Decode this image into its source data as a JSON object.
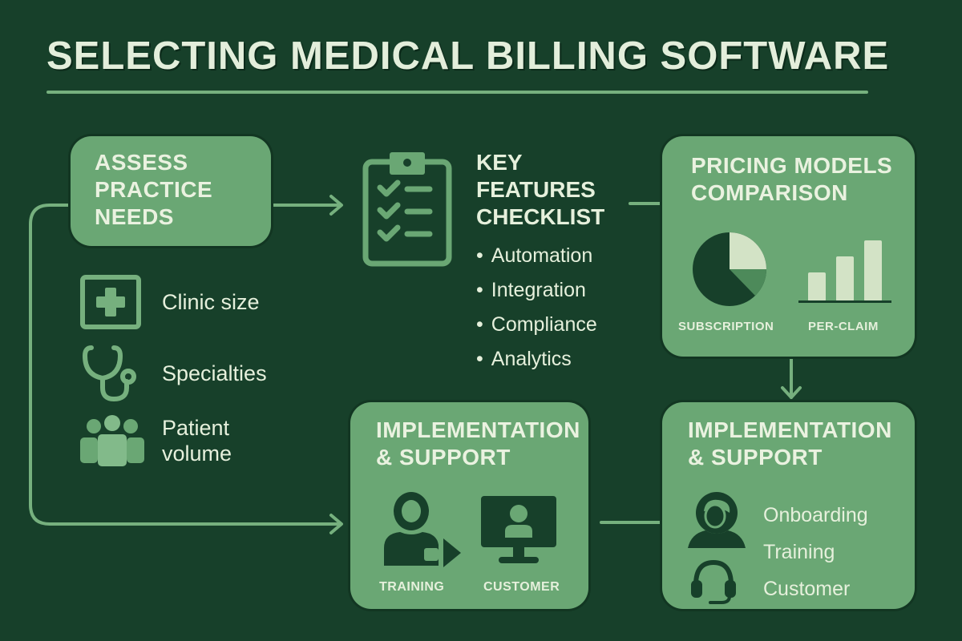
{
  "title": "SELECTING MEDICAL BILLING SOFTWARE",
  "colors": {
    "background": "#17402a",
    "card": "#6aa774",
    "text_light": "#e6f0dc",
    "icon_dark": "#17402a",
    "accent_line": "#76b07e",
    "chart_light": "#d3e3c6"
  },
  "assess": {
    "title": "ASSESS\nPRACTICE\nNEEDS",
    "items": [
      {
        "icon": "medical-cross-icon",
        "label": "Clinic size"
      },
      {
        "icon": "stethoscope-icon",
        "label": "Specialties"
      },
      {
        "icon": "people-group-icon",
        "label": "Patient\nvolume"
      }
    ]
  },
  "features": {
    "icon": "clipboard-checklist-icon",
    "title": "KEY\nFEATURES\nCHECKLIST",
    "items": [
      "Automation",
      "Integration",
      "Compliance",
      "Analytics"
    ]
  },
  "pricing": {
    "title": "PRICING MODELS\nCOMPARISON",
    "subscription_label": "SUBSCRIPTION",
    "per_claim_label": "PER-CLAIM"
  },
  "implementation_left": {
    "title": "IMPLEMENTATION\n& SUPPORT",
    "training_label": "TRAINING",
    "customer_label": "CUSTOMER"
  },
  "implementation_right": {
    "title": "IMPLEMENTATION\n& SUPPORT",
    "items": [
      "Onboarding",
      "Training",
      "Customer"
    ]
  }
}
